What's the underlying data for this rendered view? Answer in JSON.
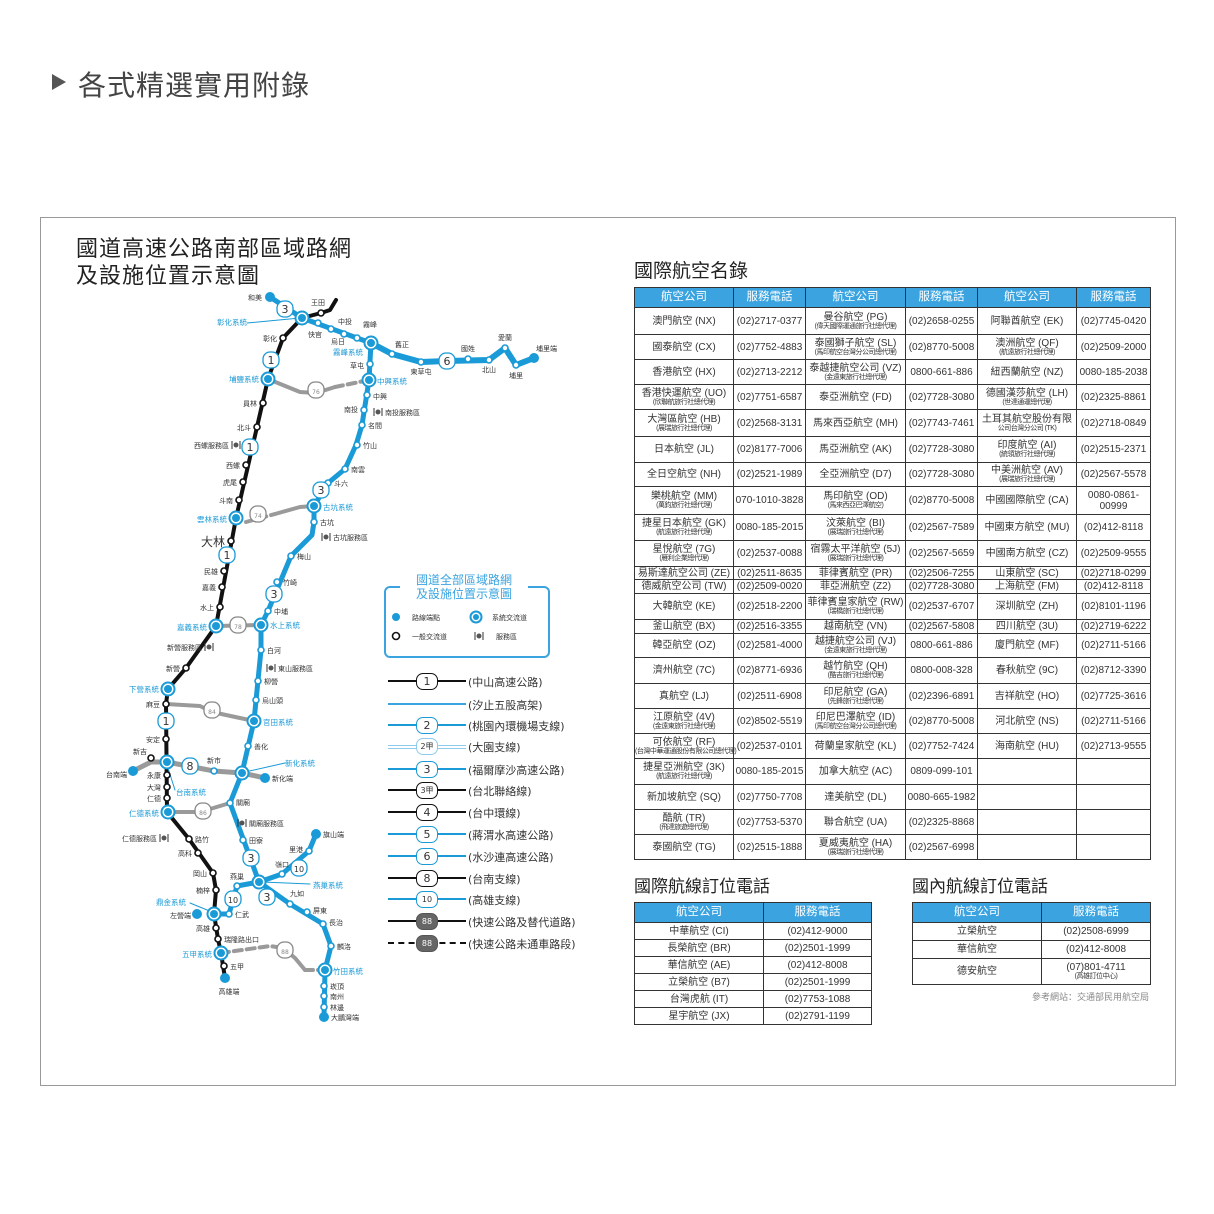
{
  "header": {
    "title": "各式精選實用附錄"
  },
  "map": {
    "title_line1": "國道高速公路南部區域路網",
    "title_line2": "及設施位置示意圖",
    "stations": [
      "和美",
      "王田",
      "彰化系統",
      "快官",
      "烏日",
      "中投",
      "霧峰",
      "霧峰系統",
      "舊正",
      "東草屯",
      "國姓",
      "北山",
      "愛蘭",
      "埔里",
      "埔里端",
      "草屯",
      "中興系統",
      "中興",
      "南投",
      "名間",
      "竹山",
      "南雲",
      "斗六",
      "古坑系統",
      "古坑",
      "梅山",
      "竹崎",
      "中埔",
      "水上系統",
      "白河",
      "柳營",
      "烏山頭",
      "官田系統",
      "善化",
      "新化系統",
      "新化端",
      "新市",
      "台南端",
      "新吉",
      "台南系統",
      "關廟",
      "田寮",
      "燕巢系統",
      "嶺口",
      "里港",
      "旗山端",
      "燕巢",
      "九如",
      "屏東",
      "長治",
      "麟洛",
      "竹田系統",
      "崁頂",
      "南州",
      "林邊",
      "大鵬灣端",
      "仁武",
      "鼎金系統",
      "左營端",
      "高雄",
      "瑞隆路出口",
      "五甲系統",
      "五甲",
      "高雄端",
      "彰化",
      "埔鹽系統",
      "員林",
      "北斗",
      "西螺",
      "虎尾",
      "斗南",
      "雲林系統",
      "大林",
      "民雄",
      "嘉義",
      "水上",
      "嘉義系統",
      "新營",
      "下營系統",
      "麻豆",
      "安定",
      "永康",
      "大灣",
      "仁德",
      "仁德系統",
      "路竹",
      "高科",
      "岡山",
      "楠梓"
    ],
    "service_areas": [
      "南投服務區",
      "西螺服務區",
      "古坑服務區",
      "新營服務區",
      "東山服務區",
      "關廟服務區",
      "仁德服務區"
    ],
    "shields": [
      "3",
      "1",
      "1",
      "1",
      "1",
      "3",
      "3",
      "3",
      "3",
      "6",
      "8",
      "10",
      "10",
      "76",
      "74",
      "78",
      "84",
      "86",
      "88"
    ],
    "colors": {
      "freeway_blue": "#1a9ad6",
      "freeway_black": "#111111",
      "expressway_gray": "#9a9a9a"
    }
  },
  "legend": {
    "title_line1": "國道全部區域路網",
    "title_line2": "及設施位置示意圖",
    "terminal": "路線端點",
    "system": "系統交流道",
    "interchange": "一般交流道",
    "service": "服務區",
    "roads": [
      {
        "num": "1",
        "label": "(中山高速公路)",
        "color": "#111111"
      },
      {
        "num": "",
        "label": "(汐止五股高架)",
        "color": "#3ba4e0"
      },
      {
        "num": "2",
        "label": "(桃園內環機場支線)",
        "color": "#1a9ad6"
      },
      {
        "num": "2甲",
        "label": "(大園支線)",
        "color": "#8fcbed"
      },
      {
        "num": "3",
        "label": "(福爾摩沙高速公路)",
        "color": "#1a9ad6"
      },
      {
        "num": "3甲",
        "label": "(台北聯絡線)",
        "color": "#111111"
      },
      {
        "num": "4",
        "label": "(台中環線)",
        "color": "#111111"
      },
      {
        "num": "5",
        "label": "(蔣渭水高速公路)",
        "color": "#1a9ad6"
      },
      {
        "num": "6",
        "label": "(水沙連高速公路)",
        "color": "#1a9ad6"
      },
      {
        "num": "8",
        "label": "(台南支線)",
        "color": "#111111"
      },
      {
        "num": "10",
        "label": "(高雄支線)",
        "color": "#1a9ad6"
      },
      {
        "num": "88",
        "label": "(快速公路及替代道路)",
        "color": "#111111"
      },
      {
        "num": "88",
        "label": "(快速公路未通車路段)",
        "color": "#111111"
      }
    ]
  },
  "intl": {
    "title": "國際航空名錄",
    "headers": [
      "航空公司",
      "服務電話",
      "航空公司",
      "服務電話",
      "航空公司",
      "服務電話"
    ],
    "rows": [
      [
        {
          "name": "澳門航空 (NX)"
        },
        "(02)2717-0377",
        {
          "name": "曼谷航空 (PG)",
          "sub": "(偉天國際運通旅行社總代理)"
        },
        "(02)2658-0255",
        {
          "name": "阿聯酋航空 (EK)"
        },
        "(02)7745-0420"
      ],
      [
        {
          "name": "國泰航空 (CX)"
        },
        "(02)7752-4883",
        {
          "name": "泰國獅子航空 (SL)",
          "sub": "(馬印航空台灣分公司總代理)"
        },
        "(02)8770-5008",
        {
          "name": "澳洲航空 (QF)",
          "sub": "(航遠旅行社總代理)"
        },
        "(02)2509-2000"
      ],
      [
        {
          "name": "香港航空 (HX)"
        },
        "(02)2713-2212",
        {
          "name": "泰越捷航空公司 (VZ)",
          "sub": "(金遠東旅行社總代理)"
        },
        "0800-661-886",
        {
          "name": "紐西蘭航空 (NZ)"
        },
        "0080-185-2038"
      ],
      [
        {
          "name": "香港快運航空 (UO)",
          "sub": "(欣聯航旅行社總代理)"
        },
        "(02)7751-6587",
        {
          "name": "泰亞洲航空 (FD)"
        },
        "(02)7728-3080",
        {
          "name": "德國漢莎航空 (LH)",
          "sub": "(世達通運總代理)"
        },
        "(02)2325-8861"
      ],
      [
        {
          "name": "大灣區航空 (HB)",
          "sub": "(展瑞旅行社總代理)"
        },
        "(02)2568-3131",
        {
          "name": "馬來西亞航空 (MH)"
        },
        "(02)7743-7461",
        {
          "name": "土耳其航空股份有限",
          "sub": "公司台灣分公司 (TK)"
        },
        "(02)2718-0849"
      ],
      [
        {
          "name": "日本航空 (JL)"
        },
        "(02)8177-7006",
        {
          "name": "馬亞洲航空 (AK)"
        },
        "(02)7728-3080",
        {
          "name": "印度航空 (AI)",
          "sub": "(統領旅行社總代理)"
        },
        "(02)2515-2371"
      ],
      [
        {
          "name": "全日空航空 (NH)"
        },
        "(02)2521-1989",
        {
          "name": "全亞洲航空 (D7)"
        },
        "(02)7728-3080",
        {
          "name": "中美洲航空 (AV)",
          "sub": "(展瑞旅行社總代理)"
        },
        "(02)2567-5578"
      ],
      [
        {
          "name": "樂桃航空 (MM)",
          "sub": "(萬鈞旅行社總代理)"
        },
        "070-1010-3828",
        {
          "name": "馬印航空 (OD)",
          "sub": "(馬來西亞巴澤航空)"
        },
        "(02)8770-5008",
        {
          "name": "中國國際航空 (CA)"
        },
        "0080-0861-00999"
      ],
      [
        {
          "name": "捷星日本航空 (GK)",
          "sub": "(航遠旅行社總代理)"
        },
        "0080-185-2015",
        {
          "name": "汶萊航空 (BI)",
          "sub": "(展瑞旅行社總代理)"
        },
        "(02)2567-7589",
        {
          "name": "中國東方航空 (MU)"
        },
        "(02)412-8118"
      ],
      [
        {
          "name": "星悅航空 (7G)",
          "sub": "(雁利企業總代理)"
        },
        "(02)2537-0088",
        {
          "name": "宿霧太平洋航空 (5J)",
          "sub": "(展瑞旅行社總代理)"
        },
        "(02)2567-5659",
        {
          "name": "中國南方航空 (CZ)"
        },
        "(02)2509-9555"
      ],
      [
        {
          "name": "易斯達航空公司 (ZE)"
        },
        "(02)2511-8635",
        {
          "name": "菲律賓航空 (PR)"
        },
        "(02)2506-7255",
        {
          "name": "山東航空 (SC)"
        },
        "(02)2718-0299"
      ],
      [
        {
          "name": "德威航空公司 (TW)"
        },
        "(02)2509-0020",
        {
          "name": "菲亞洲航空 (Z2)"
        },
        "(02)7728-3080",
        {
          "name": "上海航空 (FM)"
        },
        "(02)412-8118"
      ],
      [
        {
          "name": "大韓航空 (KE)"
        },
        "(02)2518-2200",
        {
          "name": "菲律賓皇家航空 (RW)",
          "sub": "(瑞橋旅行社總代理)"
        },
        "(02)2537-6707",
        {
          "name": "深圳航空 (ZH)"
        },
        "(02)8101-1196"
      ],
      [
        {
          "name": "釜山航空 (BX)"
        },
        "(02)2516-3355",
        {
          "name": "越南航空 (VN)"
        },
        "(02)2567-5808",
        {
          "name": "四川航空 (3U)"
        },
        "(02)2719-6222"
      ],
      [
        {
          "name": "韓亞航空 (OZ)"
        },
        "(02)2581-4000",
        {
          "name": "越捷航空公司 (VJ)",
          "sub": "(金遠東旅行社總代理)"
        },
        "0800-661-886",
        {
          "name": "廈門航空 (MF)"
        },
        "(02)2711-5166"
      ],
      [
        {
          "name": "濟州航空 (7C)"
        },
        "(02)8771-6936",
        {
          "name": "越竹航空 (QH)",
          "sub": "(酷吉旅行社總代理)"
        },
        "0800-008-328",
        {
          "name": "春秋航空 (9C)"
        },
        "(02)8712-3390"
      ],
      [
        {
          "name": "真航空 (LJ)"
        },
        "(02)2511-6908",
        {
          "name": "印尼航空 (GA)",
          "sub": "(先鋒旅行社總代理)"
        },
        "(02)2396-6891",
        {
          "name": "吉祥航空 (HO)"
        },
        "(02)7725-3616"
      ],
      [
        {
          "name": "江原航空 (4V)",
          "sub": "(金遠東旅行社總代理)"
        },
        "(02)8502-5519",
        {
          "name": "印尼巴澤航空 (ID)",
          "sub": "(馬印航空台灣分公司總代理)"
        },
        "(02)8770-5008",
        {
          "name": "河北航空 (NS)"
        },
        "(02)2711-5166"
      ],
      [
        {
          "name": "可依航空 (RF)",
          "sub": "(台灣中華運通股份有限公司總代理)"
        },
        "(02)2537-0101",
        {
          "name": "荷蘭皇家航空 (KL)"
        },
        "(02)7752-7424",
        {
          "name": "海南航空 (HU)"
        },
        "(02)2713-9555"
      ],
      [
        {
          "name": "捷星亞洲航空 (3K)",
          "sub": "(航遠旅行社總代理)"
        },
        "0080-185-2015",
        {
          "name": "加拿大航空 (AC)"
        },
        "0809-099-101",
        {
          "name": ""
        },
        ""
      ],
      [
        {
          "name": "新加坡航空 (SQ)"
        },
        "(02)7750-7708",
        {
          "name": "達美航空 (DL)"
        },
        "0080-665-1982",
        {
          "name": ""
        },
        ""
      ],
      [
        {
          "name": "酷航 (TR)",
          "sub": "(飛達旅遊總代理)"
        },
        "(02)7753-5370",
        {
          "name": "聯合航空 (UA)"
        },
        "(02)2325-8868",
        {
          "name": ""
        },
        ""
      ],
      [
        {
          "name": "泰國航空 (TG)"
        },
        "(02)2515-1888",
        {
          "name": "夏威夷航空 (HA)",
          "sub": "(展瑞旅行社總代理)"
        },
        "(02)2567-6998",
        {
          "name": ""
        },
        ""
      ]
    ]
  },
  "intl_booking": {
    "title": "國際航線訂位電話",
    "headers": [
      "航空公司",
      "服務電話"
    ],
    "rows": [
      [
        {
          "name": "中華航空 (CI)"
        },
        "(02)412-9000"
      ],
      [
        {
          "name": "長榮航空 (BR)"
        },
        "(02)2501-1999"
      ],
      [
        {
          "name": "華信航空 (AE)"
        },
        "(02)412-8008"
      ],
      [
        {
          "name": "立榮航空 (B7)"
        },
        "(02)2501-1999"
      ],
      [
        {
          "name": "台灣虎航 (IT)"
        },
        "(02)7753-1088"
      ],
      [
        {
          "name": "星宇航空 (JX)"
        },
        "(02)2791-1199"
      ]
    ]
  },
  "dom_booking": {
    "title": "國內航線訂位電話",
    "headers": [
      "航空公司",
      "服務電話"
    ],
    "rows": [
      [
        {
          "name": "立榮航空"
        },
        "(02)2508-6999"
      ],
      [
        {
          "name": "華信航空"
        },
        "(02)412-8008"
      ],
      [
        {
          "name": "德安航空"
        },
        {
          "name": "(07)801-4711",
          "sub": "(高雄訂位中心)"
        }
      ]
    ],
    "reference": "參考網站：交通部民用航空局"
  }
}
